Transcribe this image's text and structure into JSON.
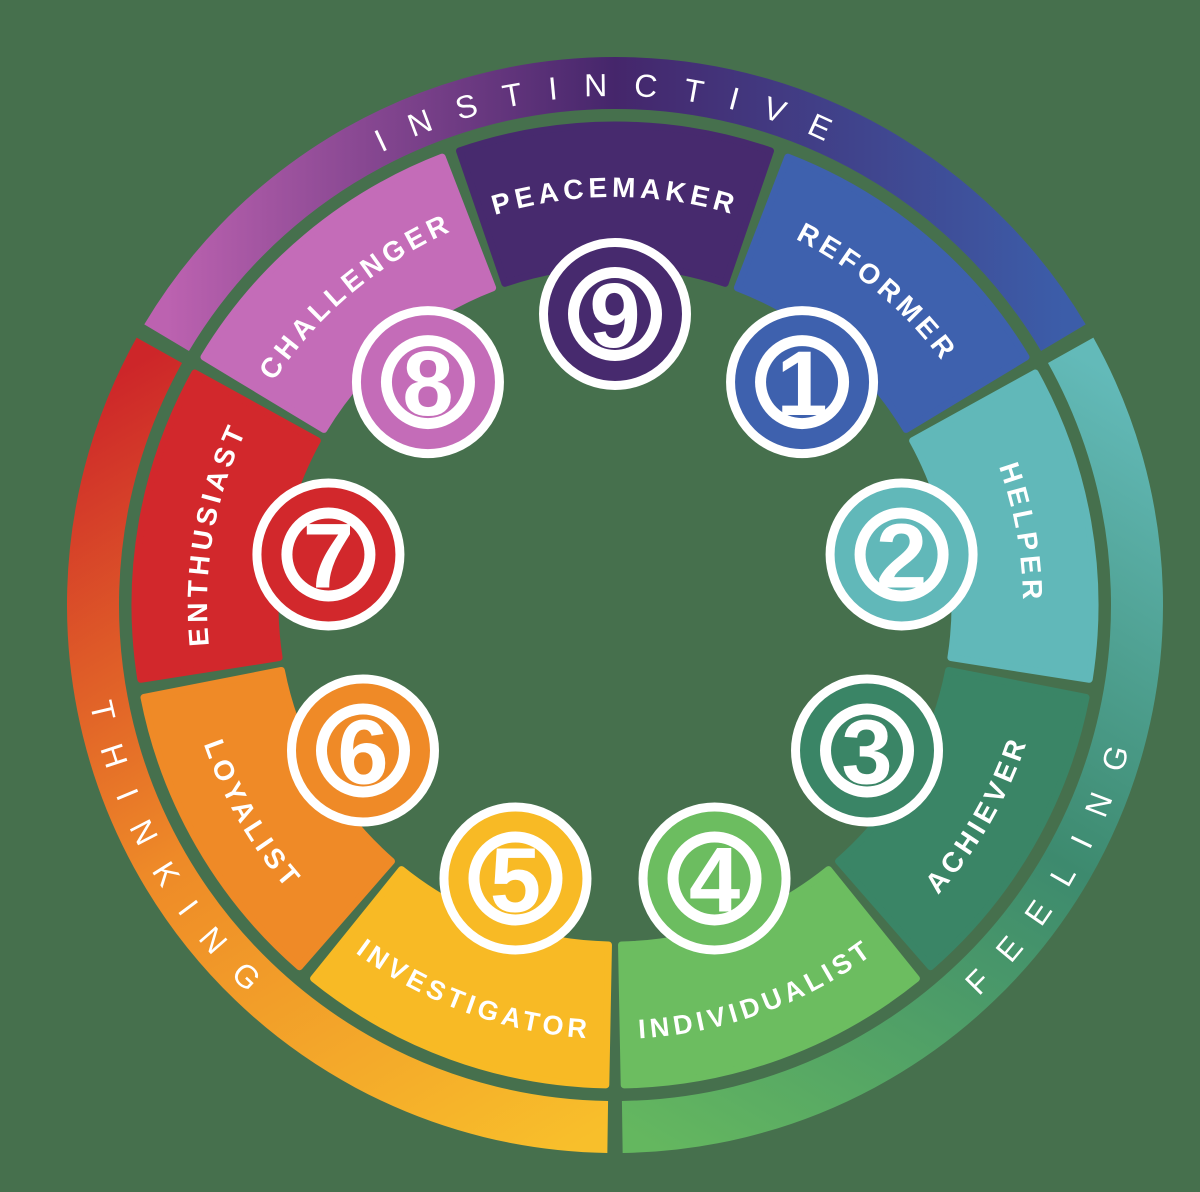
{
  "background_color": "#46704d",
  "wheel": {
    "text_color": "#ffffff",
    "ring_labels": [
      {
        "text": "INSTINCTIVE",
        "angle": 0,
        "flipped": false
      },
      {
        "text": "FEELING",
        "angle": 120,
        "flipped": true
      },
      {
        "text": "THINKING",
        "angle": 240,
        "flipped": true
      }
    ],
    "ring_arcs": [
      {
        "name": "instinctive",
        "from": -59.2,
        "to": 59.2,
        "colors": [
          "#bc62b0",
          "#45266b",
          "#3c5da9"
        ]
      },
      {
        "name": "feeling",
        "from": 60.8,
        "to": 179.2,
        "colors": [
          "#63bab9",
          "#3d8a6e",
          "#64b75f"
        ]
      },
      {
        "name": "thinking",
        "from": 180.8,
        "to": 299.2,
        "colors": [
          "#f8bf2b",
          "#ee8a28",
          "#cd2629"
        ]
      }
    ],
    "types": [
      {
        "number": "9",
        "name": "PEACEMAKER",
        "angle": 0,
        "color": "#472a6e",
        "flipped": false
      },
      {
        "number": "1",
        "name": "REFORMER",
        "angle": 40,
        "color": "#3e61ae",
        "flipped": false
      },
      {
        "number": "2",
        "name": "HELPER",
        "angle": 80,
        "color": "#61b8b9",
        "flipped": false
      },
      {
        "number": "3",
        "name": "ACHIEVER",
        "angle": 120,
        "color": "#3a8566",
        "flipped": true
      },
      {
        "number": "4",
        "name": "INDIVIDUALIST",
        "angle": 160,
        "color": "#6cbd60",
        "flipped": true
      },
      {
        "number": "5",
        "name": "INVESTIGATOR",
        "angle": 200,
        "color": "#f8ba25",
        "flipped": true
      },
      {
        "number": "6",
        "name": "LOYALIST",
        "angle": 240,
        "color": "#ef8a27",
        "flipped": true
      },
      {
        "number": "7",
        "name": "ENTHUSIAST",
        "angle": 280,
        "color": "#d2282c",
        "flipped": false
      },
      {
        "number": "8",
        "name": "CHALLENGER",
        "angle": 320,
        "color": "#c46cb8",
        "flipped": false
      }
    ]
  }
}
